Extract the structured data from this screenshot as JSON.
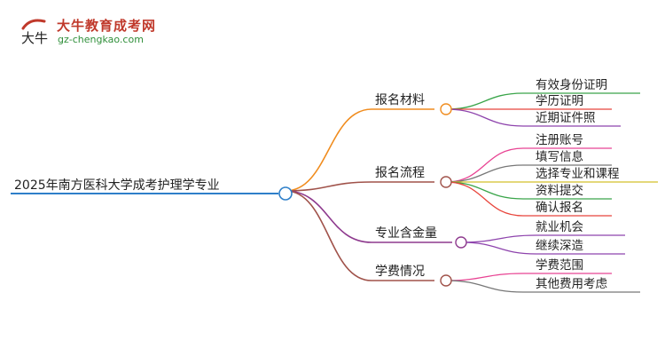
{
  "logo": {
    "title": "大牛教育成考网",
    "url": "gz-chengkao.com",
    "mark_text": "大牛"
  },
  "mindmap": {
    "root": {
      "label": "2025年南方医科大学成考护理学专业",
      "color": "#2e7fc9"
    },
    "branches": [
      {
        "label": "报名材料",
        "color": "#f08c1e",
        "children": [
          {
            "label": "有效身份证明",
            "color": "#3aa54a"
          },
          {
            "label": "学历证明",
            "color": "#e8453c"
          },
          {
            "label": "近期证件照",
            "color": "#8e44ad"
          }
        ]
      },
      {
        "label": "报名流程",
        "color": "#a0524a",
        "children": [
          {
            "label": "注册账号",
            "color": "#e84393"
          },
          {
            "label": "填写信息",
            "color": "#777777"
          },
          {
            "label": "选择专业和课程",
            "color": "#d4c12a"
          },
          {
            "label": "资料提交",
            "color": "#3aa54a"
          },
          {
            "label": "确认报名",
            "color": "#e8453c"
          }
        ]
      },
      {
        "label": "专业含金量",
        "color": "#8e3a8e",
        "children": [
          {
            "label": "就业机会",
            "color": "#8e44ad"
          },
          {
            "label": "继续深造",
            "color": "#8e44ad"
          }
        ]
      },
      {
        "label": "学费情况",
        "color": "#a0524a",
        "children": [
          {
            "label": "学费范围",
            "color": "#e84393"
          },
          {
            "label": "其他费用考虑",
            "color": "#777777"
          }
        ]
      }
    ]
  }
}
